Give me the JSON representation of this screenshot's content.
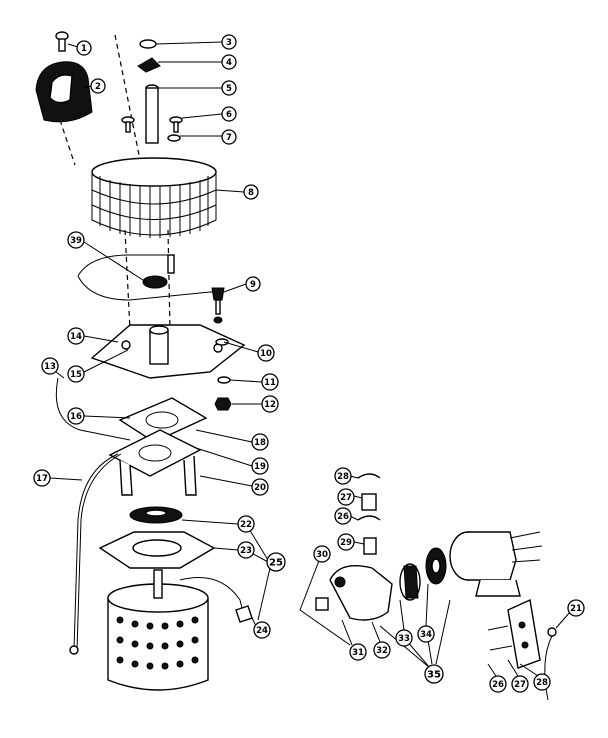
{
  "part_labels": [
    {
      "id": "p1",
      "text": "1"
    },
    {
      "id": "p2",
      "text": "2"
    },
    {
      "id": "p3",
      "text": "3"
    },
    {
      "id": "p4",
      "text": "4"
    },
    {
      "id": "p5",
      "text": "5"
    },
    {
      "id": "p6",
      "text": "6"
    },
    {
      "id": "p7",
      "text": "7"
    },
    {
      "id": "p8",
      "text": "8"
    },
    {
      "id": "p9",
      "text": "9"
    },
    {
      "id": "p10",
      "text": "10"
    },
    {
      "id": "p11",
      "text": "11"
    },
    {
      "id": "p12",
      "text": "12"
    },
    {
      "id": "p13",
      "text": "13"
    },
    {
      "id": "p14",
      "text": "14"
    },
    {
      "id": "p15",
      "text": "15"
    },
    {
      "id": "p16",
      "text": "16"
    },
    {
      "id": "p17",
      "text": "17"
    },
    {
      "id": "p18",
      "text": "18"
    },
    {
      "id": "p19",
      "text": "19"
    },
    {
      "id": "p20",
      "text": "20"
    },
    {
      "id": "p21",
      "text": "21"
    },
    {
      "id": "p22",
      "text": "22"
    },
    {
      "id": "p23",
      "text": "23"
    },
    {
      "id": "p24",
      "text": "24"
    },
    {
      "id": "p25",
      "text": "25"
    },
    {
      "id": "p26",
      "text": "26"
    },
    {
      "id": "p26b",
      "text": "26"
    },
    {
      "id": "p27",
      "text": "27"
    },
    {
      "id": "p27b",
      "text": "27"
    },
    {
      "id": "p28",
      "text": "28"
    },
    {
      "id": "p28b",
      "text": "28"
    },
    {
      "id": "p29",
      "text": "29"
    },
    {
      "id": "p30",
      "text": "30"
    },
    {
      "id": "p31",
      "text": "31"
    },
    {
      "id": "p32",
      "text": "32"
    },
    {
      "id": "p33",
      "text": "33"
    },
    {
      "id": "p34",
      "text": "34"
    },
    {
      "id": "p35",
      "text": "35"
    },
    {
      "id": "p39",
      "text": "39"
    }
  ]
}
